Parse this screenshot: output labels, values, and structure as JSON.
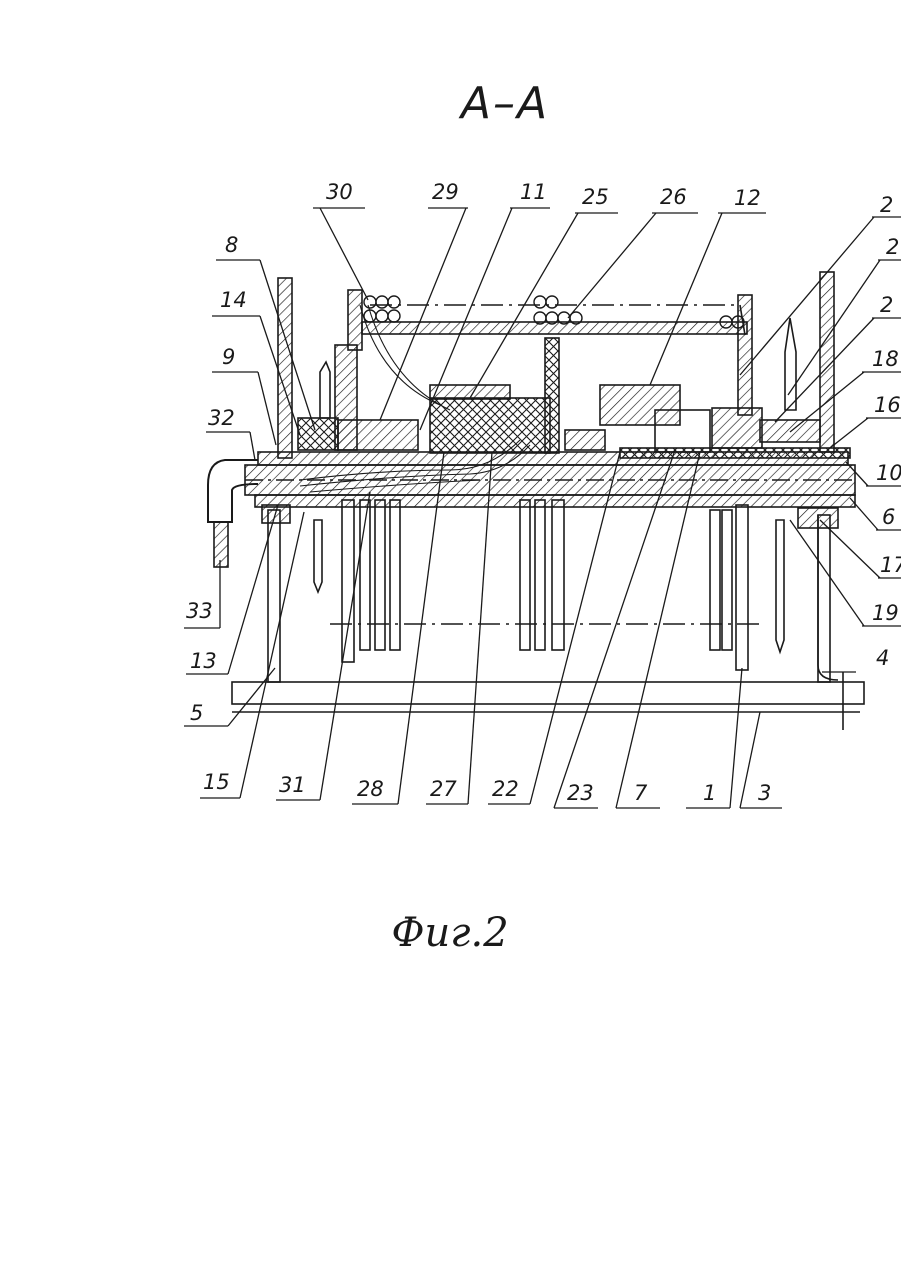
{
  "section_title": "А–А",
  "figure_caption": "Фиг.2",
  "callouts_top": [
    "30",
    "29",
    "11",
    "25",
    "26",
    "12",
    "2",
    "2",
    "2",
    "18",
    "16",
    "10",
    "6",
    "17",
    "19"
  ],
  "callouts_left": [
    "8",
    "14",
    "9",
    "32",
    "33",
    "13",
    "5"
  ],
  "callouts_right": [
    "4"
  ],
  "callouts_bottom": [
    "15",
    "31",
    "28",
    "27",
    "22",
    "23",
    "7",
    "1",
    "3"
  ],
  "colors": {
    "ink": "#1a1a1a",
    "paper": "#ffffff"
  }
}
